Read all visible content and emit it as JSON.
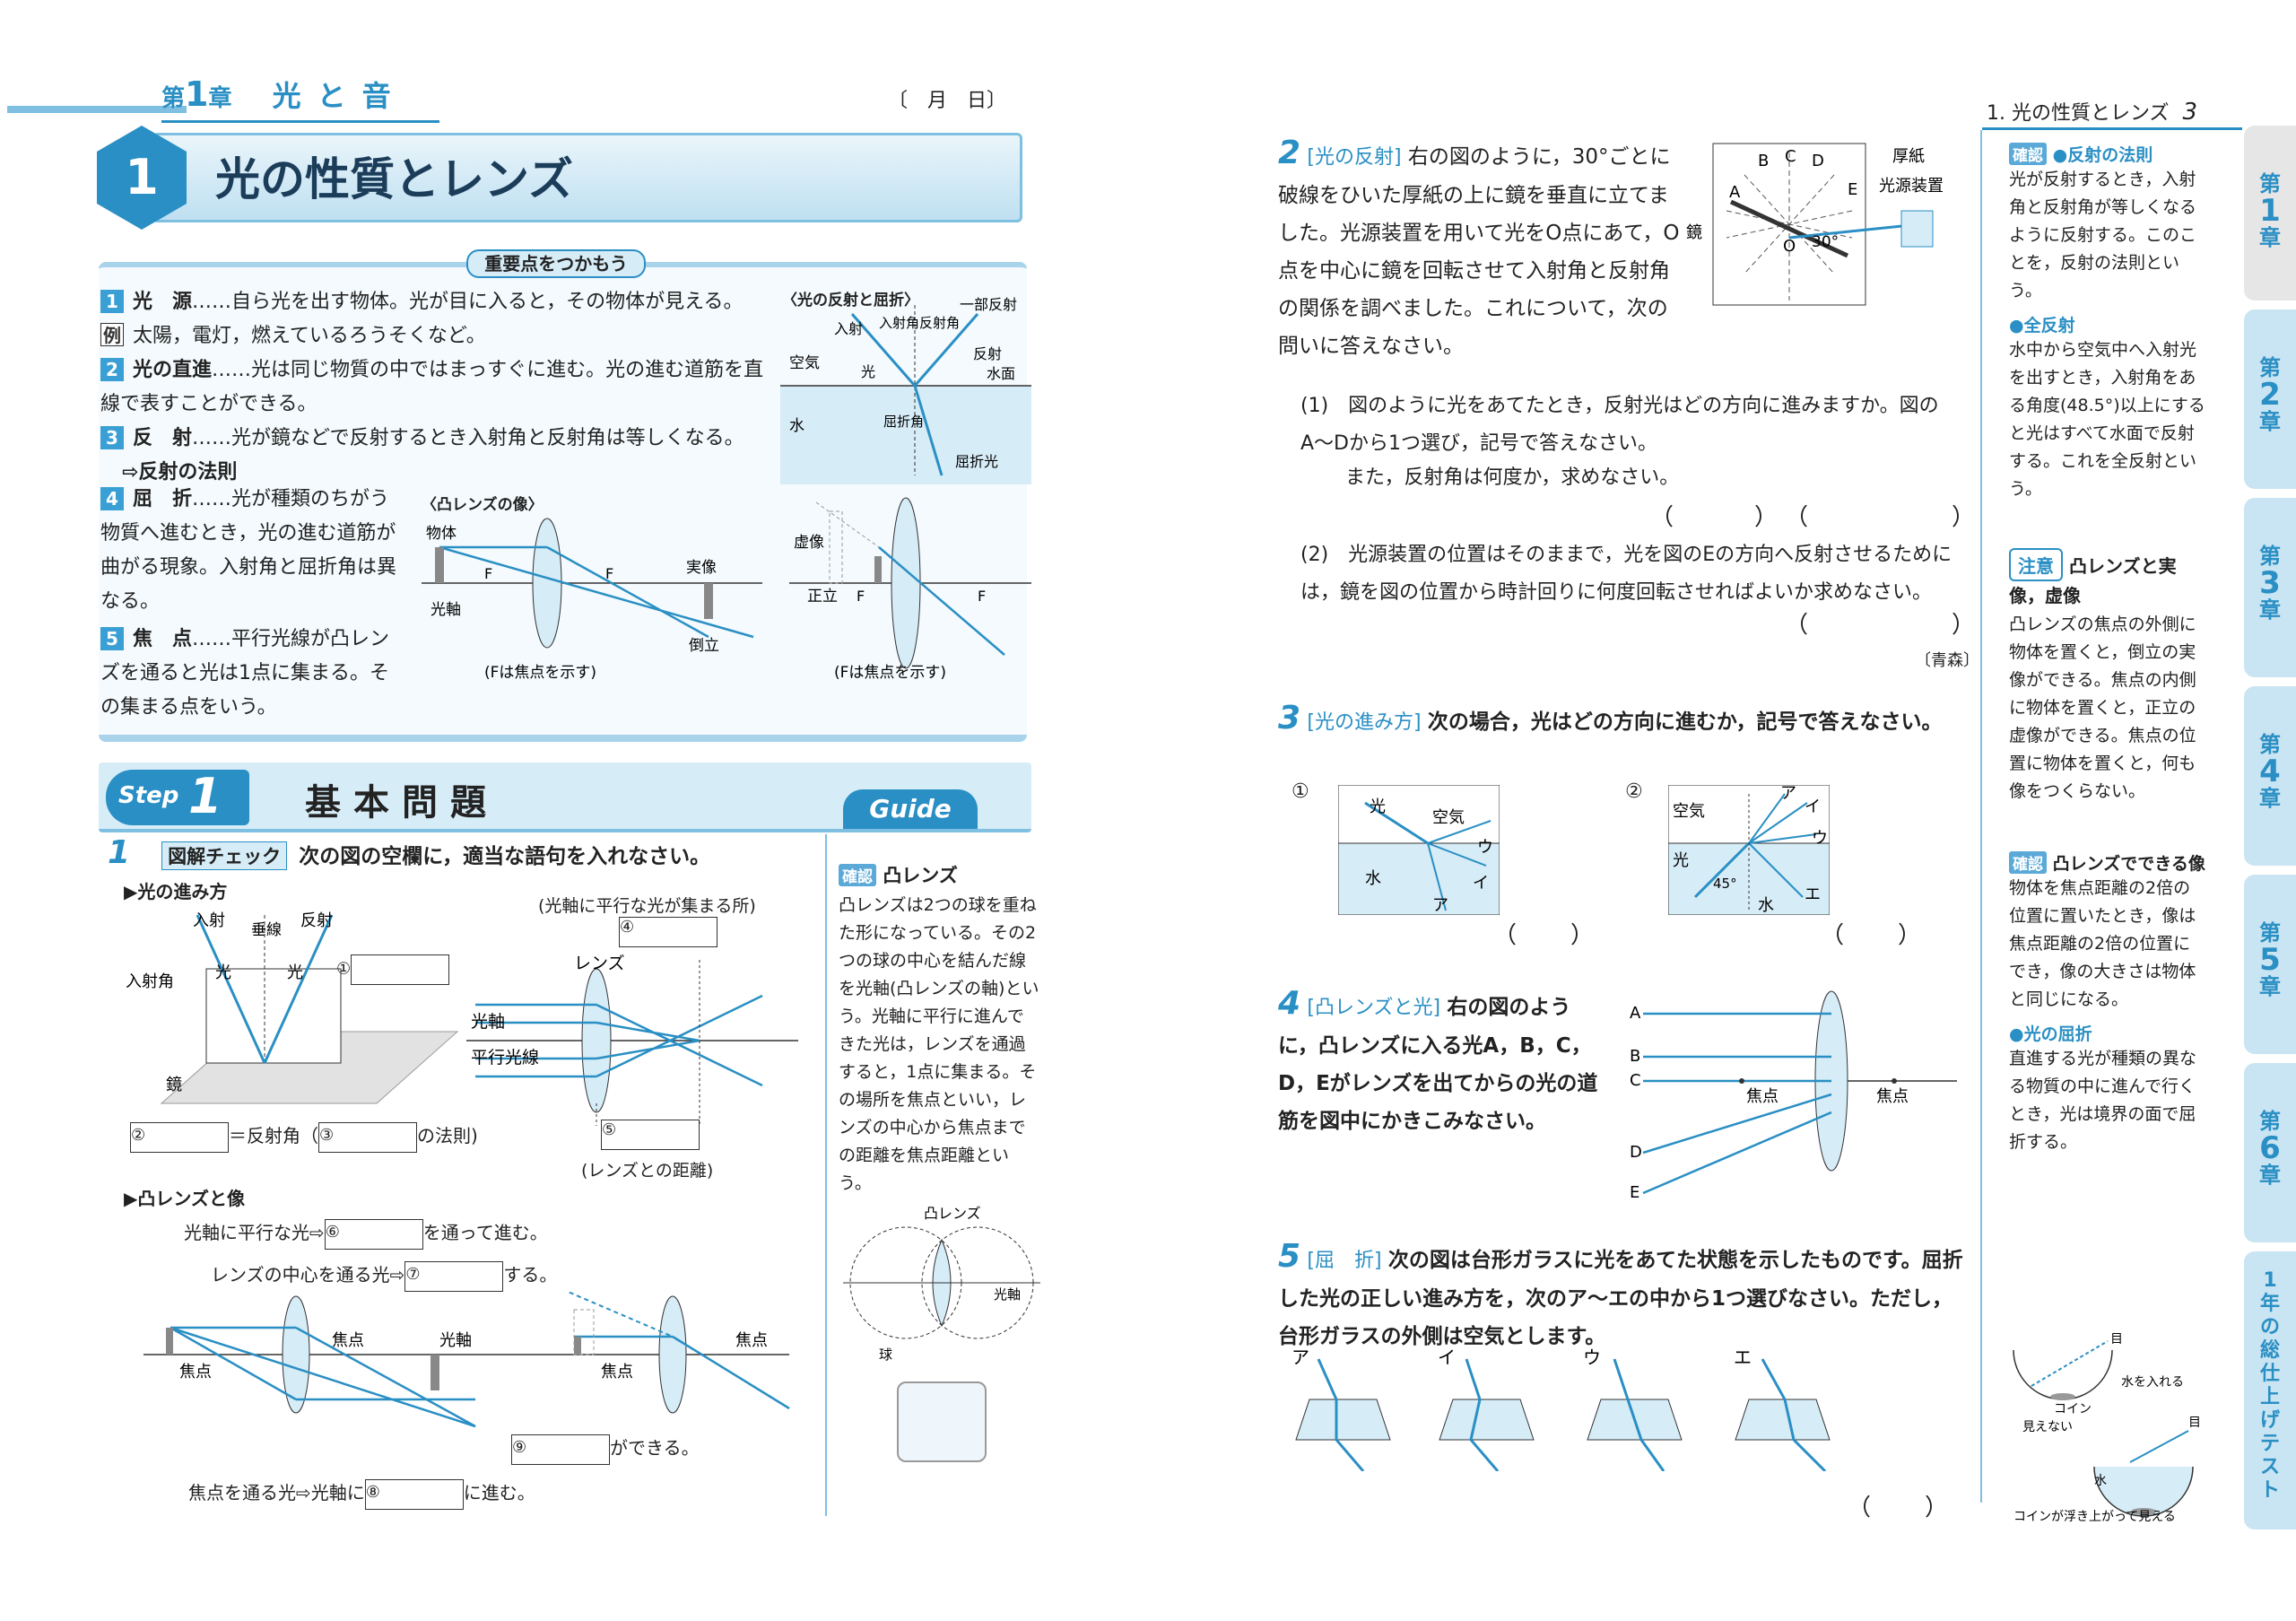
{
  "left_page": {
    "chapter": {
      "prefix": "第",
      "num": "1",
      "suffix": "章",
      "title": "光と音",
      "date": "〔　月　日〕"
    },
    "section": {
      "num": "1",
      "title": "光の性質とレンズ"
    },
    "keypoints_header": "重要点をつかもう",
    "keypoints": [
      {
        "n": "1",
        "term": "光　源",
        "text": "……自ら光を出す物体。光が目に入ると，その物体が見える。"
      },
      {
        "n": "例",
        "term": "",
        "text": "太陽，電灯，燃えているろうそくなど。"
      },
      {
        "n": "2",
        "term": "光の直進",
        "text": "……光は同じ物質の中ではまっすぐに進む。光の進む道筋を直線で表すことができる。"
      },
      {
        "n": "3",
        "term": "反　射",
        "text": "……光が鏡などで反射するとき入射角と反射角は等しくなる。"
      },
      {
        "n": "",
        "term": "⇨反射の法則",
        "text": ""
      },
      {
        "n": "4",
        "term": "屈　折",
        "text": "……光が種類のちがう物質へ進むとき，光の進む道筋が曲がる現象。入射角と屈折角は異なる。"
      },
      {
        "n": "5",
        "term": "焦　点",
        "text": "……平行光線が凸レンズを通ると光は1点に集まる。その集まる点をいう。"
      }
    ],
    "diagrams": {
      "reflection_title": "〈光の反射と屈折〉",
      "lens_title": "〈凸レンズの像〉",
      "labels": {
        "incident": "入射",
        "light": "光",
        "incidence_angle": "入射角",
        "reflection_angle": "反射角",
        "partial": "一部反射",
        "reflect": "反射",
        "air": "空気",
        "water_surface": "水面",
        "water": "水",
        "refraction_angle": "屈折角",
        "refracted": "屈折光",
        "object": "物体",
        "axis": "光軸",
        "F": "F",
        "real_image": "実像",
        "inverted": "倒立",
        "virtual": "虚像",
        "upright": "正立",
        "note": "(Fは焦点を示す)"
      }
    },
    "step": {
      "label": "Step",
      "num": "1",
      "title": "基本問題",
      "guide": "Guide"
    },
    "q1": {
      "num": "1",
      "tag": "図解チェック",
      "text": "次の図の空欄に，適当な語句を入れなさい。",
      "sub1": "▶光の進み方",
      "sub2": "▶凸レンズと像",
      "labels": {
        "incident": "入射",
        "normal": "垂線",
        "reflect": "反射",
        "light": "光",
        "incidence_angle": "入射角",
        "mirror": "鏡",
        "eq": "＝反射角（",
        "law": "の法則)",
        "focus_caption": "(光軸に平行な光が集まる所)",
        "lens": "レンズ",
        "axis": "光軸",
        "parallel": "平行光線",
        "distance": "(レンズとの距離)",
        "r1": "光軸に平行な光⇨",
        "r1b": "を通って進む。",
        "r2": "レンズの中心を通る光⇨",
        "r2b": "する。",
        "focus": "焦点",
        "r3": "焦点を通る光⇨光軸に",
        "r3b": "に進む。",
        "r9": "ができる。"
      },
      "blanks": [
        "①",
        "②",
        "③",
        "④",
        "⑤",
        "⑥",
        "⑦",
        "⑧",
        "⑨"
      ]
    },
    "guide_box": {
      "kakunin": "確認",
      "title": "凸レンズ",
      "text": "凸レンズは2つの球を重ねた形になっている。その2つの球の中心を結んだ線を光軸(凸レンズの軸)という。光軸に平行に進んできた光は，レンズを通過すると，1点に集まる。その場所を焦点といい，レンズの中心から焦点までの距離を焦点距離という。",
      "fig_label": "凸レンズ",
      "fig_axis": "光軸",
      "fig_ball": "球"
    }
  },
  "right_page": {
    "header": "1. 光の性質とレンズ",
    "page_num": "3",
    "q2": {
      "num": "2",
      "tag": "[光の反射]",
      "text": "右の図のように，30°ごとに破線をひいた厚紙の上に鏡を垂直に立てました。光源装置を用いて光をO点にあて，O点を中心に鏡を回転させて入射角と反射角の関係を調べました。これについて，次の問いに答えなさい。",
      "sub1": "(1)　図のように光をあてたとき，反射光はどの方向に進みますか。図のA〜Dから1つ選び，記号で答えなさい。",
      "sub1b": "また，反射角は何度か，求めなさい。",
      "sub2": "(2)　光源装置の位置はそのままで，光を図のEの方向へ反射させるためには，鏡を図の位置から時計回りに何度回転させればよいか求めなさい。",
      "source": "〔青森〕",
      "fig": {
        "A": "A",
        "B": "B",
        "C": "C",
        "D": "D",
        "E": "E",
        "O": "O",
        "deg": "30°",
        "card": "厚紙",
        "device": "光源装置",
        "mirror": "鏡"
      }
    },
    "q3": {
      "num": "3",
      "tag": "[光の進み方]",
      "text": "次の場合，光はどの方向に進むか，記号で答えなさい。",
      "fig1": {
        "no": "①",
        "light": "光",
        "air": "空気",
        "water": "水",
        "u": "ウ",
        "i": "イ",
        "a": "ア"
      },
      "fig2": {
        "no": "②",
        "air": "空気",
        "light": "光",
        "water": "水",
        "deg": "45°",
        "a": "ア",
        "i": "イ",
        "u": "ウ",
        "e": "エ"
      }
    },
    "q4": {
      "num": "4",
      "tag": "[凸レンズと光]",
      "text": "右の図のように，凸レンズに入る光A，B，C，D，Eがレンズを出てからの光の道筋を図中にかきこみなさい。",
      "fig": {
        "A": "A",
        "B": "B",
        "C": "C",
        "D": "D",
        "E": "E",
        "focus": "焦点"
      }
    },
    "q5": {
      "num": "5",
      "tag": "[屈　折]",
      "text": "次の図は台形ガラスに光をあてた状態を示したものです。屈折した光の正しい進み方を，次のア〜エの中から1つ選びなさい。ただし，台形ガラスの外側は空気とします。",
      "choices": [
        "ア",
        "イ",
        "ウ",
        "エ"
      ]
    },
    "sidebar": {
      "kakunin": "確認",
      "reflection_title": "●反射の法則",
      "reflection_text": "光が反射するとき，入射角と反射角が等しくなるように反射する。このことを，反射の法則という。",
      "total_title": "●全反射",
      "total_text": "水中から空気中へ入射光を出すとき，入射角をある角度(48.5°)以上にすると光はすべて水面で反射する。これを全反射という。",
      "caution": "注意",
      "caution_title": "凸レンズと実像，虚像",
      "caution_text": "凸レンズの焦点の外側に物体を置くと，倒立の実像ができる。焦点の内側に物体を置くと，正立の虚像ができる。焦点の位置に物体を置くと，何も像をつくらない。",
      "image_title": "凸レンズでできる像",
      "image_text": "物体を焦点距離の2倍の位置に置いたとき，像は焦点距離の2倍の位置にでき，像の大きさは物体と同じになる。",
      "refr_title": "●光の屈折",
      "refr_text": "直進する光が種類の異なる物質の中に進んで行くとき，光は境界の面で屈折する。",
      "fig": {
        "eye": "目",
        "coin": "コイン",
        "invisible": "見えない",
        "add_water": "水を入れる",
        "water": "水",
        "caption": "コインが浮き上がって見える"
      }
    },
    "tabs": [
      {
        "a": "第",
        "b": "1",
        "c": "章"
      },
      {
        "a": "第",
        "b": "2",
        "c": "章"
      },
      {
        "a": "第",
        "b": "3",
        "c": "章"
      },
      {
        "a": "第",
        "b": "4",
        "c": "章"
      },
      {
        "a": "第",
        "b": "5",
        "c": "章"
      },
      {
        "a": "第",
        "b": "6",
        "c": "章"
      }
    ],
    "final_tab": "1年の総仕上げテスト",
    "blanks": {
      "open": "（",
      "close": "）"
    }
  },
  "colors": {
    "accent": "#2a8fc4",
    "light": "#c9e4f2",
    "header_bg": "#d6ecf7"
  }
}
